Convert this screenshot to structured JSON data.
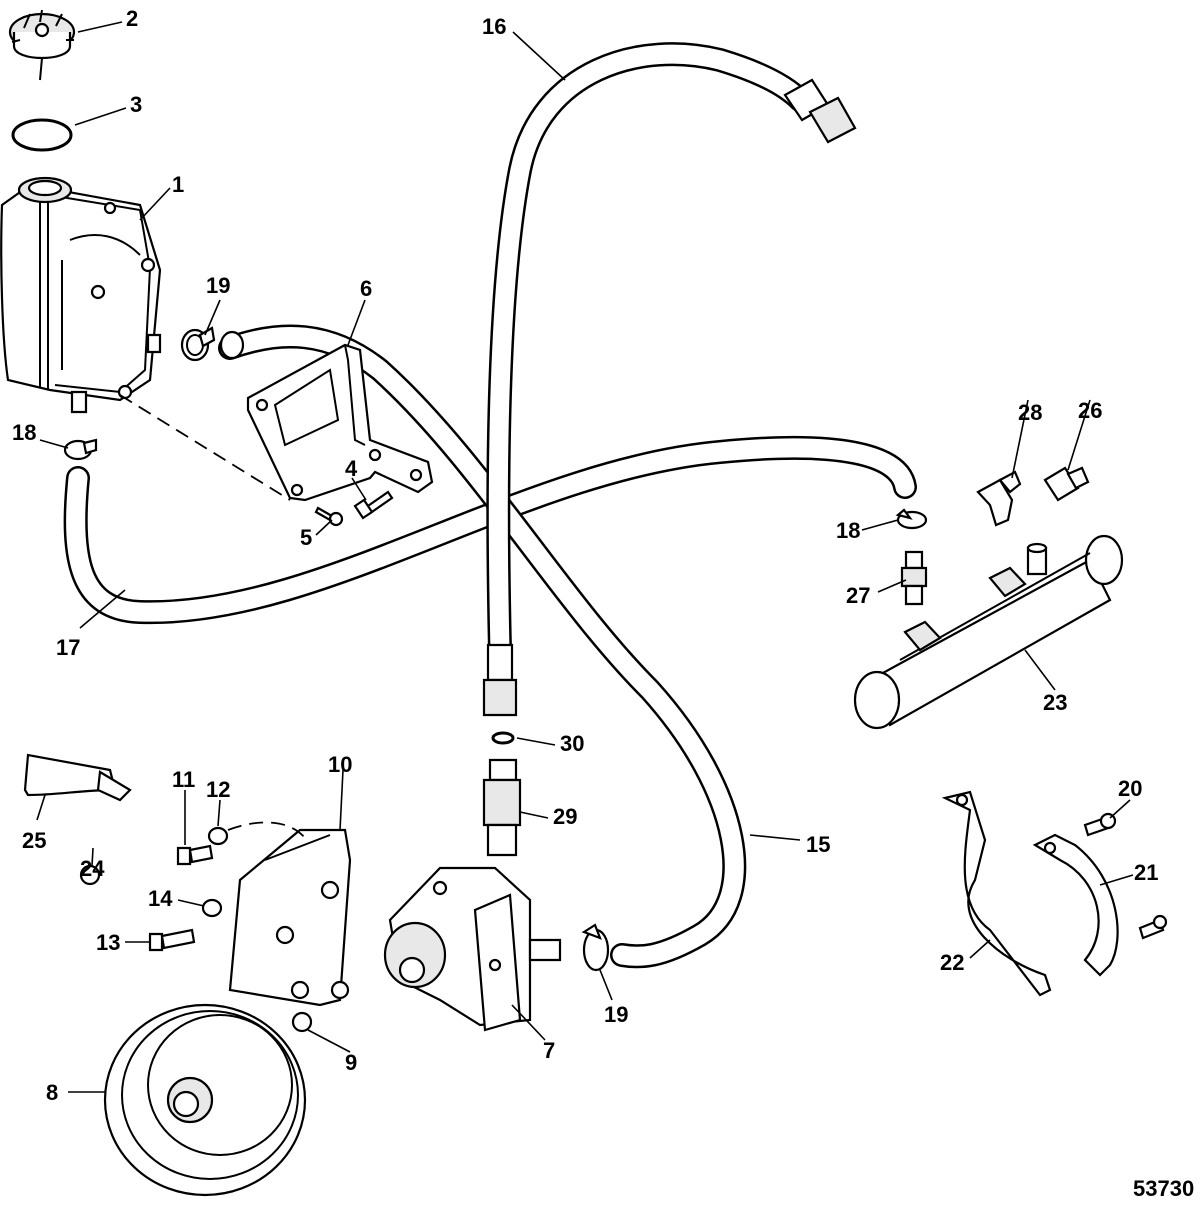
{
  "figure_id": "53730",
  "callouts": [
    {
      "id": "c1",
      "label": "1"
    },
    {
      "id": "c2",
      "label": "2"
    },
    {
      "id": "c3",
      "label": "3"
    },
    {
      "id": "c4",
      "label": "4"
    },
    {
      "id": "c5",
      "label": "5"
    },
    {
      "id": "c6",
      "label": "6"
    },
    {
      "id": "c7",
      "label": "7"
    },
    {
      "id": "c8",
      "label": "8"
    },
    {
      "id": "c9",
      "label": "9"
    },
    {
      "id": "c10",
      "label": "10"
    },
    {
      "id": "c11",
      "label": "11"
    },
    {
      "id": "c12",
      "label": "12"
    },
    {
      "id": "c13",
      "label": "13"
    },
    {
      "id": "c14",
      "label": "14"
    },
    {
      "id": "c15",
      "label": "15"
    },
    {
      "id": "c16",
      "label": "16"
    },
    {
      "id": "c17",
      "label": "17"
    },
    {
      "id": "c18a",
      "label": "18"
    },
    {
      "id": "c18b",
      "label": "18"
    },
    {
      "id": "c19a",
      "label": "19"
    },
    {
      "id": "c19b",
      "label": "19"
    },
    {
      "id": "c20",
      "label": "20"
    },
    {
      "id": "c21",
      "label": "21"
    },
    {
      "id": "c22",
      "label": "22"
    },
    {
      "id": "c23",
      "label": "23"
    },
    {
      "id": "c24",
      "label": "24"
    },
    {
      "id": "c25",
      "label": "25"
    },
    {
      "id": "c26",
      "label": "26"
    },
    {
      "id": "c27",
      "label": "27"
    },
    {
      "id": "c28",
      "label": "28"
    },
    {
      "id": "c29",
      "label": "29"
    },
    {
      "id": "c30",
      "label": "30"
    }
  ]
}
